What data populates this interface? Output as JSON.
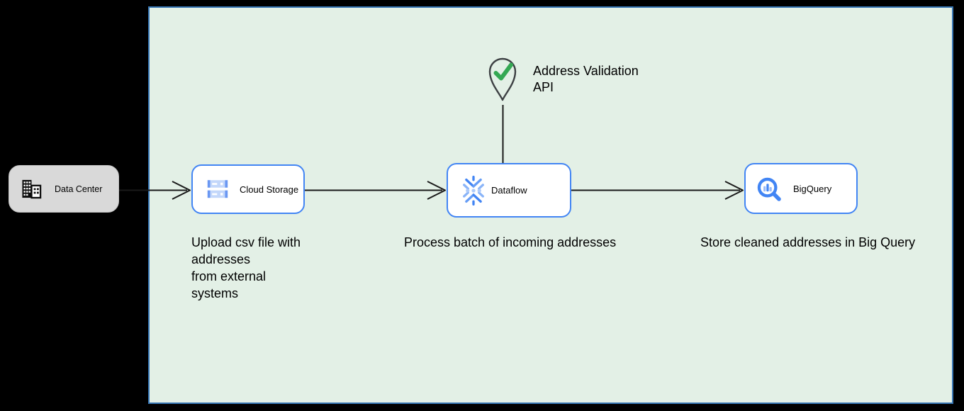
{
  "colors": {
    "canvas_bg": "#000000",
    "panel_bg": "#e3f0e6",
    "panel_border": "#3877b5",
    "node_border": "#4285f4",
    "node_bg": "#ffffff",
    "datacenter_bg": "#d9d9d9",
    "connector": "#1a1a1a",
    "pin_outline": "#3d4043",
    "check_green": "#34a853",
    "icon_blue_dark": "#4285f4",
    "icon_blue_mid": "#669df6",
    "icon_blue_light": "#aecbfa"
  },
  "nodes": {
    "data_center": {
      "label": "Data Center",
      "icon": "building-icon"
    },
    "cloud_storage": {
      "label": "Cloud Storage",
      "icon": "cloud-storage-icon"
    },
    "dataflow": {
      "label": "Dataflow",
      "icon": "dataflow-icon"
    },
    "bigquery": {
      "label": "BigQuery",
      "icon": "bigquery-icon"
    }
  },
  "annotation": {
    "label": "Address Validation\nAPI",
    "icon": "map-pin-check-icon"
  },
  "captions": {
    "cloud_storage": "Upload csv file with\naddresses\nfrom external\nsystems",
    "dataflow": "Process batch of incoming addresses",
    "bigquery": "Store cleaned addresses in Big Query"
  }
}
